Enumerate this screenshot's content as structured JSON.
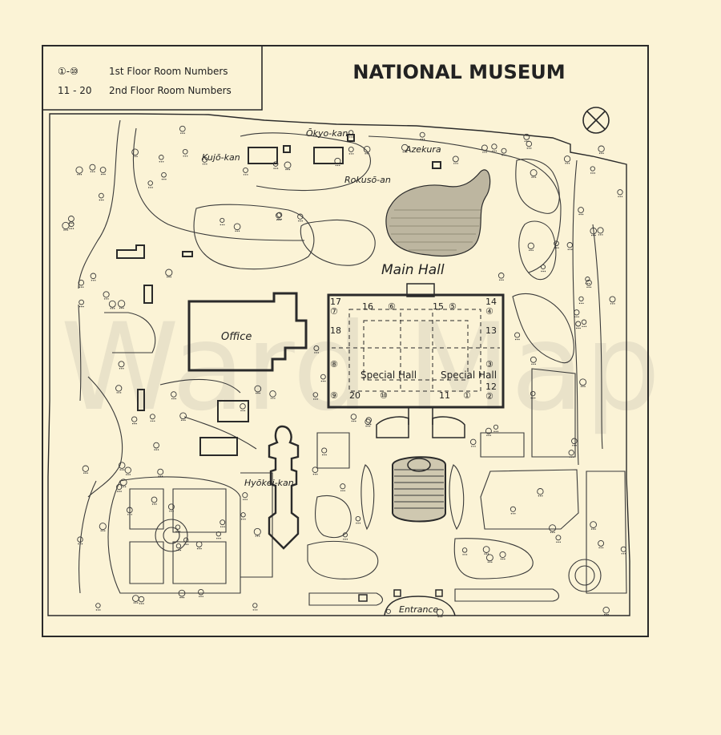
{
  "colors": {
    "paper": "#fbf3d6",
    "ink": "#2a2a2a",
    "watermark": "#e2dcc6"
  },
  "watermark": "Ward Map",
  "legend": {
    "first_floor_range": "①-⑩",
    "first_floor_label": "1st Floor Room Numbers",
    "second_floor_range": "11 - 20",
    "second_floor_label": "2nd Floor Room Numbers"
  },
  "title": "NATIONAL MUSEUM",
  "compass_icon": "compass-rose-icon",
  "places": {
    "okyo_kan": "Ōkyo-kan",
    "kujo_kan": "Kujō-kan",
    "azekura": "Azekura",
    "rokuso_an": "Rokusō-an",
    "main_hall": "Main Hall",
    "office": "Office",
    "hyokei_kan": "Hyōkei-kan",
    "entrance": "Entrance",
    "special_hall_left": "Special Hall",
    "special_hall_right": "Special Hall"
  },
  "rooms": {
    "r1": "①",
    "r2": "②",
    "r3": "③",
    "r4": "④",
    "r5": "⑤",
    "r6": "⑥",
    "r7": "⑦",
    "r8": "⑧",
    "r9": "⑨",
    "r10": "⑩",
    "r11": "11",
    "r12": "12",
    "r13": "13",
    "r14": "14",
    "r15": "15",
    "r16": "16",
    "r17": "17",
    "r18": "18",
    "r20": "20"
  }
}
